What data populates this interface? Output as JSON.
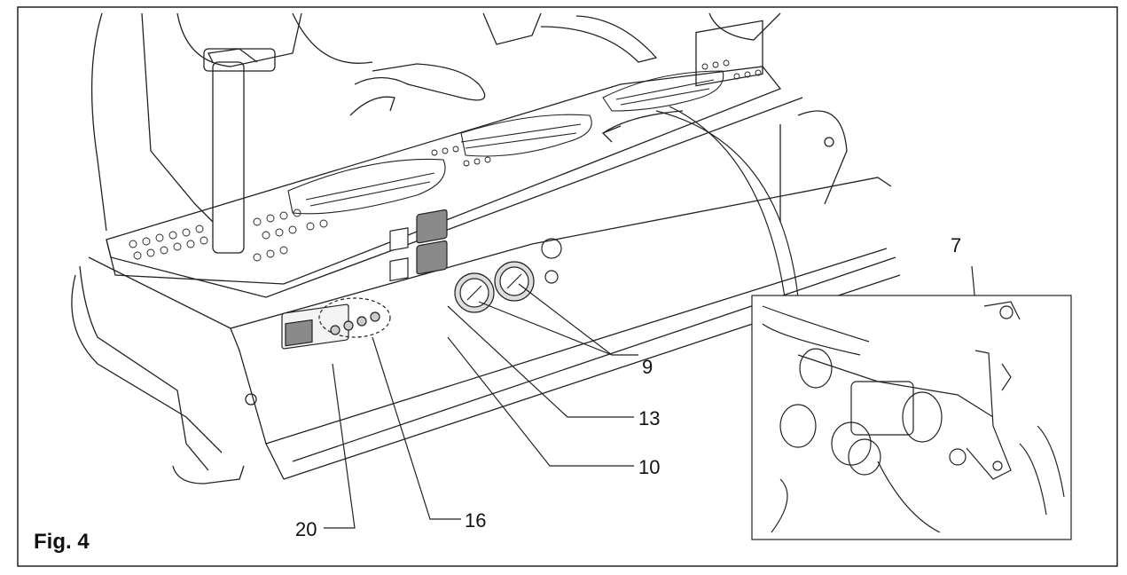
{
  "figure": {
    "label": "Fig. 4"
  },
  "callouts": {
    "c7": "7",
    "c9": "9",
    "c13": "13",
    "c10": "10",
    "c16": "16",
    "c20": "20"
  },
  "colors": {
    "ink": "#111111",
    "panel_fill": "#f4f4f4",
    "switch_grey": "#8a8a8a"
  }
}
